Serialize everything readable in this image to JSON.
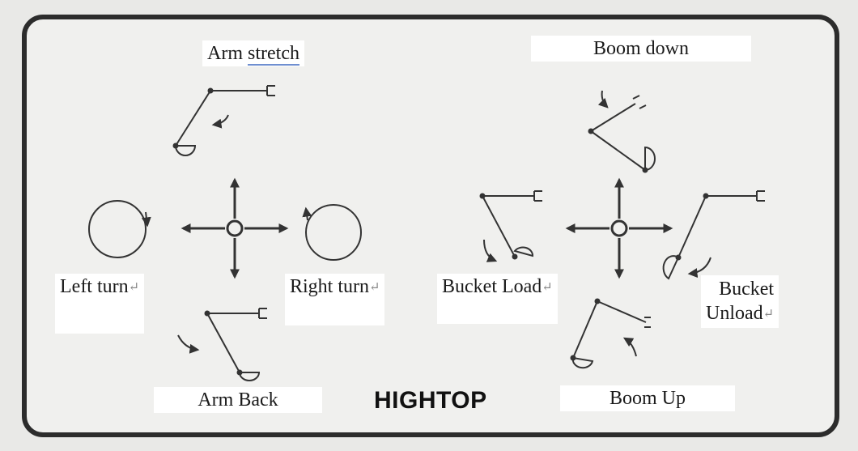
{
  "labels": {
    "arm_stretch_a": "Arm ",
    "arm_stretch_b": "stretch",
    "boom_down": "Boom down",
    "left_turn": "Left turn",
    "right_turn": "Right turn",
    "bucket_load": "Bucket Load",
    "bucket_unload_1": "Bucket",
    "bucket_unload_2": "Unload",
    "arm_back": "Arm Back",
    "boom_up": "Boom Up",
    "return_mark": "↵"
  },
  "brand": "HIGHTOP",
  "colors": {
    "frame": "#2c2c2c",
    "panel": "#f0f0ee",
    "ink": "#333333",
    "label_bg": "#ffffff"
  }
}
